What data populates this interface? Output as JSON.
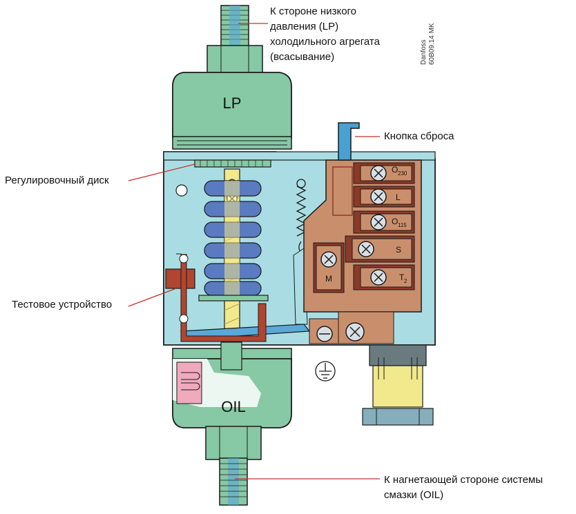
{
  "labels": {
    "low_side_line1": "К стороне низкого",
    "low_side_line2": "давления (LP)",
    "low_side_line3": "холодильного агрегата",
    "low_side_line4": "(всасывание)",
    "reset_button": "Кнопка сброса",
    "adjusting_disc": "Регулировочный диск",
    "test_device": "Тестовое устройство",
    "oil_side_line1": "К нагнетающей стороне системы",
    "oil_side_line2": "смазки (OIL)"
  },
  "bellows": {
    "lp": "LP",
    "oil": "OIL"
  },
  "terminals": {
    "o230": "O",
    "o230_sub": "230",
    "l": "L",
    "o115": "O",
    "o115_sub": "115",
    "s": "S",
    "t2": "T",
    "t2_sub": "2",
    "m": "M"
  },
  "drawing_code": {
    "brand": "Danfoss",
    "code": "60B09.14 MK"
  },
  "colors": {
    "housing": "#a9dde3",
    "bellows": "#86c9a4",
    "spring": "#5a7bc0",
    "terminal_block": "#c98f6c",
    "terminal_block_dark": "#8b3a28",
    "leader_line": "#c4312b",
    "screw_stem": "#f2e88c",
    "test_device": "#b04530",
    "connector": "#4aa0d0",
    "pink_part": "#f0a9bd"
  }
}
